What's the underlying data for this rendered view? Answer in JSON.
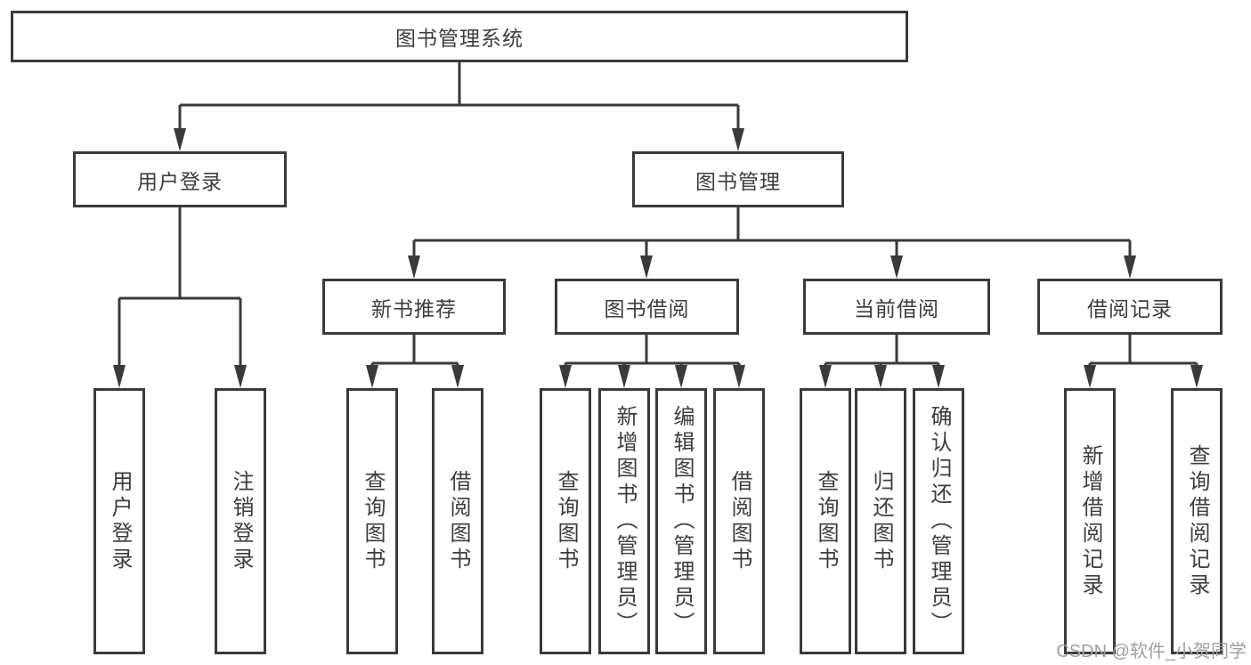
{
  "nodes": {
    "root": "图书管理系统",
    "userLogin": "用户登录",
    "bookMgmt": "图书管理",
    "leafUserLogin": "用户登录",
    "leafLogout": "注销登录",
    "newBookRec": "新书推荐",
    "bookBorrow": "图书借阅",
    "currentBorrow": "当前借阅",
    "borrowRecord": "借阅记录",
    "nbQuery": "查询图书",
    "nbBorrow": "借阅图书",
    "bbQuery": "查询图书",
    "bbAdd": "新增图书（管理员）",
    "bbEdit": "编辑图书（管理员）",
    "bbBorrow": "借阅图书",
    "cbQuery": "查询图书",
    "cbReturn": "归还图书",
    "cbConfirm": "确认归还（管理员）",
    "brAdd": "新增借阅记录",
    "brQuery": "查询借阅记录"
  },
  "watermark": "CSDN @软件_小贺同学",
  "colors": {
    "line": "#3a3a3a",
    "text": "#3d3d3d",
    "box_bg": "#ffffff",
    "watermark": "#9e9e9e"
  }
}
